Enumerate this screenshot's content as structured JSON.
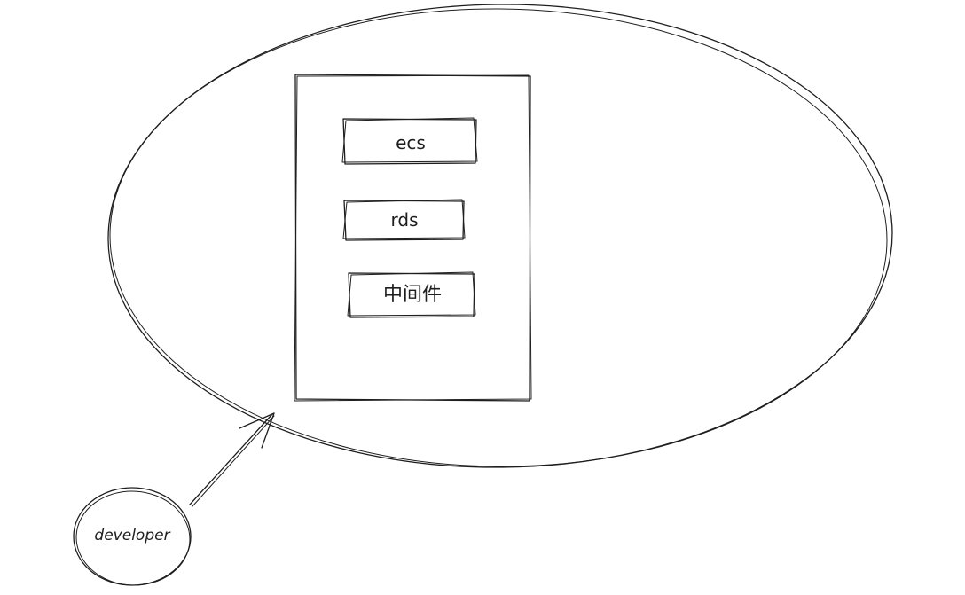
{
  "diagram": {
    "components": [
      {
        "id": "ecs",
        "label": "ecs"
      },
      {
        "id": "rds",
        "label": "rds"
      },
      {
        "id": "middleware",
        "label": "中间件"
      }
    ],
    "actor": {
      "label": "developer"
    },
    "edges": [
      {
        "from": "actor",
        "to": "system-boundary",
        "style": "arrow"
      }
    ],
    "style": {
      "stroke_color": "#1e1e1e",
      "background": "#ffffff",
      "look": "hand-drawn sketch"
    }
  }
}
